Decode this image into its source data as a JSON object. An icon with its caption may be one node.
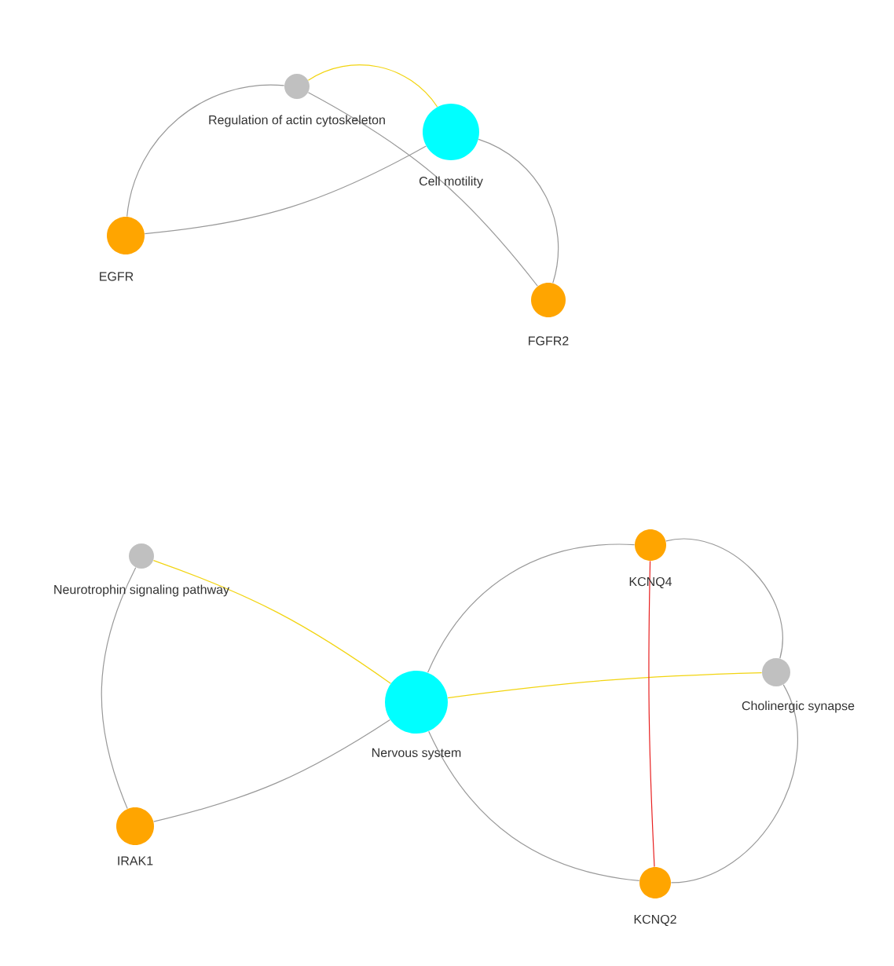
{
  "diagram": {
    "nodes": [
      {
        "text": [
          "Regulation of actin cytoskeleton"
        ]
      },
      {
        "text": [
          "Cell motility"
        ]
      },
      {
        "text": [
          "EGFR"
        ]
      },
      {
        "text": [
          "FGFR2"
        ]
      },
      {
        "text": [
          "Neurotrophin signaling pathway"
        ]
      },
      {
        "text": [
          "KCNQ4"
        ]
      },
      {
        "text": [
          "Nervous system"
        ]
      },
      {
        "text": [
          "Cholinergic synapse"
        ]
      },
      {
        "text": [
          "IRAK1"
        ]
      },
      {
        "text": [
          "KCNQ2"
        ]
      }
    ],
    "edges": [
      {
        "from": 0,
        "to": 1,
        "arrow": "none",
        "color": "#f2d410"
      },
      {
        "from": 0,
        "to": 2,
        "arrow": "none"
      },
      {
        "from": 0,
        "to": 3,
        "arrow": "none"
      },
      {
        "from": 1,
        "to": 2,
        "arrow": "none"
      },
      {
        "from": 1,
        "to": 3,
        "arrow": "none"
      },
      {
        "from": 4,
        "to": 6,
        "arrow": "none",
        "color": "#f2d410"
      },
      {
        "from": 4,
        "to": 8,
        "arrow": "none"
      },
      {
        "from": 6,
        "to": 8,
        "arrow": "none"
      },
      {
        "from": 6,
        "to": 5,
        "arrow": "none"
      },
      {
        "from": 6,
        "to": 7,
        "arrow": "none",
        "color": "#f2d410"
      },
      {
        "from": 6,
        "to": 9,
        "arrow": "none"
      },
      {
        "from": 5,
        "to": 7,
        "arrow": "none"
      },
      {
        "from": 7,
        "to": 9,
        "arrow": "none"
      },
      {
        "from": 5,
        "to": 9,
        "arrow": "none",
        "color": "#e82020"
      }
    ]
  }
}
